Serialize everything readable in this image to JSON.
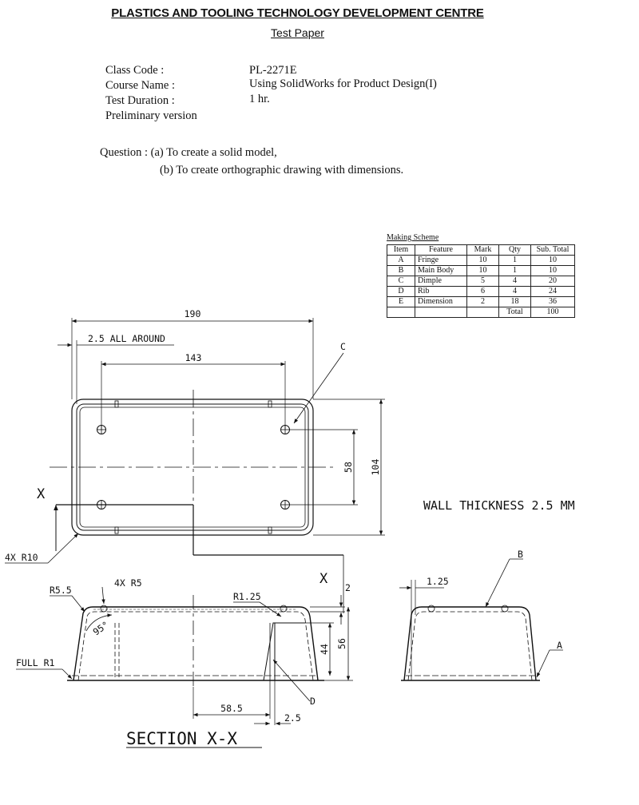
{
  "header": {
    "org": "PLASTICS AND TOOLING TECHNOLOGY DEVELOPMENT CENTRE",
    "doc_type": "Test Paper"
  },
  "info": {
    "class_code_label": "Class Code :",
    "class_code": "PL-2271E",
    "course_name_label": "Course Name :",
    "course_name": "Using SolidWorks for Product Design(I)",
    "duration_label": "Test Duration :",
    "duration": "1 hr.",
    "version": "Preliminary version"
  },
  "question": {
    "line_a": "Question : (a) To create a solid model,",
    "line_b": "(b) To create orthographic drawing with dimensions."
  },
  "scheme": {
    "caption": "Making Scheme",
    "headers": [
      "Item",
      "Feature",
      "Mark",
      "Qty",
      "Sub. Total"
    ],
    "rows": [
      [
        "A",
        "Fringe",
        "10",
        "1",
        "10"
      ],
      [
        "B",
        "Main Body",
        "10",
        "1",
        "10"
      ],
      [
        "C",
        "Dimple",
        "5",
        "4",
        "20"
      ],
      [
        "D",
        "Rib",
        "6",
        "4",
        "24"
      ],
      [
        "E",
        "Dimension",
        "2",
        "18",
        "36"
      ]
    ],
    "total_label": "Total",
    "total_value": "100"
  },
  "drawing": {
    "dim_190": "190",
    "dim_143": "143",
    "dim_58": "58",
    "dim_104": "104",
    "all_around": "2.5  ALL  AROUND",
    "label_c": "C",
    "label_x_top": "X",
    "label_x_section": "X",
    "corner_radius": "4X  R10",
    "wall_thickness": "WALL  THICKNESS  2.5  MM",
    "r5_5": "R5.5",
    "r5": "4X  R5",
    "angle": "95°",
    "r1_25": "R1.25",
    "full_r1": "FULL  R1",
    "dim_2": "2",
    "dim_44": "44",
    "dim_56": "56",
    "dim_58_5": "58.5",
    "dim_2_5": "2.5",
    "label_d": "D",
    "section_title": "SECTION  X-X",
    "side_1_25": "1.25",
    "label_b": "B",
    "label_a": "A"
  }
}
